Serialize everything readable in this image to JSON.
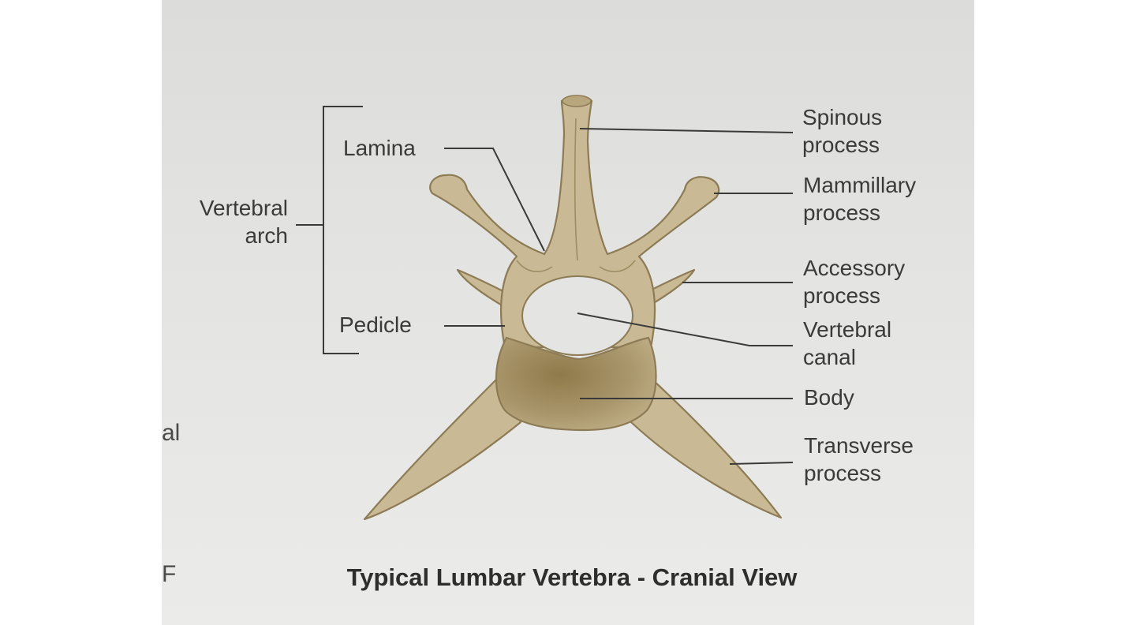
{
  "labels": {
    "vertebral_arch_line1": "Vertebral",
    "vertebral_arch_line2": "arch",
    "lamina": "Lamina",
    "pedicle": "Pedicle",
    "spinous_line1": "Spinous",
    "spinous_line2": "process",
    "mammillary_line1": "Mammillary",
    "mammillary_line2": "process",
    "accessory_line1": "Accessory",
    "accessory_line2": "process",
    "canal_line1": "Vertebral",
    "canal_line2": "canal",
    "body": "Body",
    "transverse_line1": "Transverse",
    "transverse_line2": "process"
  },
  "caption": "Typical Lumbar Vertebra - Cranial View",
  "edge_fragments": {
    "left_al": "al",
    "left_f": "F"
  },
  "colors": {
    "bone": "#c9ba95",
    "bone_outline": "#8c7b55",
    "body_dark": "#8f7a4a",
    "text": "#3a3a3a"
  }
}
